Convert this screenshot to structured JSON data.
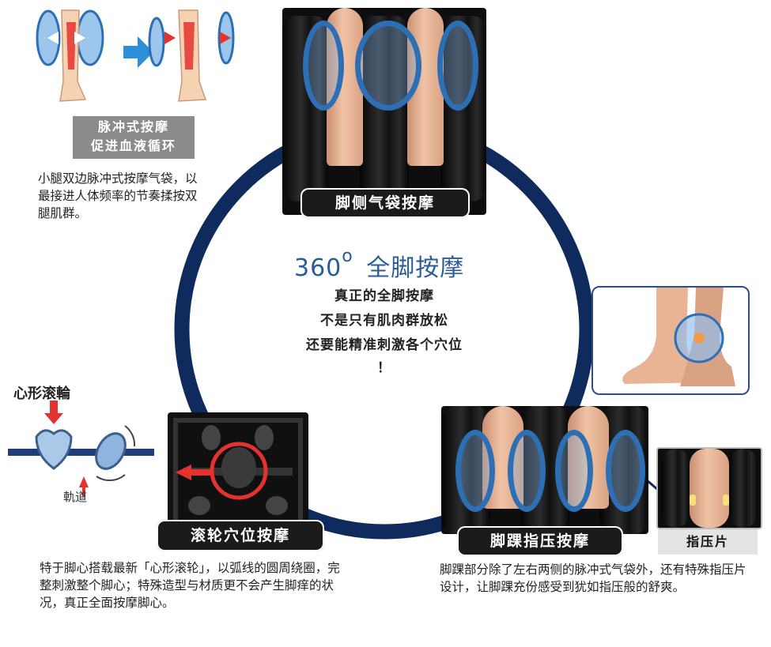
{
  "center": {
    "title_number": "360",
    "title_degree": "o",
    "title_text": "全脚按摩",
    "lines": [
      "真正的全脚按摩",
      "不是只有肌肉群放松",
      "还要能精准刺激各个穴位",
      "！"
    ]
  },
  "pulse": {
    "label_line1": "脉冲式按摩",
    "label_line2": "促进血液循环",
    "desc": "小腿双边脉冲式按摩气袋，以最接进人体频率的节奏揉按双腿肌群。"
  },
  "side_airbag": {
    "label": "脚侧气袋按摩"
  },
  "ankle": {
    "label": "脚踝指压按摩",
    "pressure_label": "指压片",
    "desc": "脚踝部分除了左右两侧的脉冲式气袋外，还有特殊指压片设计，让脚踝充份感受到犹如指压般的舒爽。"
  },
  "roller": {
    "label": "滚轮穴位按摩",
    "heart_label": "心形滚輪",
    "track_label": "軌道",
    "desc": "特于脚心搭载最新「心形滚轮」，以弧线的圆周绕圈，完整刺激整个脚心；特殊造型与材质更不会产生脚痒的状况，真正全面按摩脚心。"
  },
  "colors": {
    "ring": "#0f2a5c",
    "accent_blue": "#2d6fb4",
    "accent_red": "#e4332f",
    "title_blue": "#2a5b9a"
  }
}
